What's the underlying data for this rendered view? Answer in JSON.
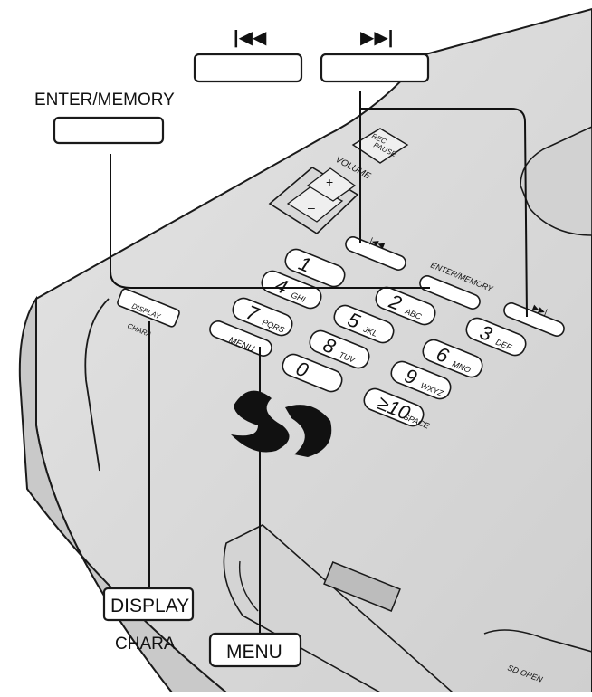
{
  "callouts": {
    "prev_symbol": "|◀◀",
    "next_symbol": "▶▶|",
    "enter_memory": "ENTER/MEMORY",
    "display": "DISPLAY",
    "chara": "CHARA",
    "menu": "MENU"
  },
  "device_labels": {
    "rec_pause": "REC\nPAUSE",
    "volume": "VOLUME",
    "plus": "+",
    "minus": "–",
    "enter_memory": "ENTER/MEMORY",
    "display": "DISPLAY",
    "chara": "CHARA",
    "menu": "MENU",
    "sd_open": "SD OPEN",
    "logo": "SD"
  },
  "keypad": [
    {
      "main": "1",
      "sub": ""
    },
    {
      "main": "2",
      "sub": "ABC"
    },
    {
      "main": "3",
      "sub": "DEF"
    },
    {
      "main": "4",
      "sub": "GHI"
    },
    {
      "main": "5",
      "sub": "JKL"
    },
    {
      "main": "6",
      "sub": "MNO"
    },
    {
      "main": "7",
      "sub": "PQRS"
    },
    {
      "main": "8",
      "sub": "TUV"
    },
    {
      "main": "9",
      "sub": "WXYZ"
    },
    {
      "main": "0",
      "sub": ""
    },
    {
      "main": "≥10",
      "sub": "SPACE"
    }
  ],
  "colors": {
    "body_fill": "#dcdcdc",
    "body_shadow": "#bdbdbd",
    "outline": "#1a1a1a"
  }
}
